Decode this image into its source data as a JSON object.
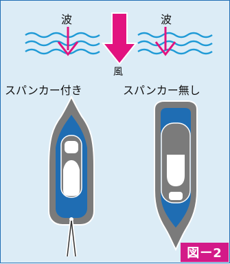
{
  "labels": {
    "wave_left": "波",
    "wave_right": "波",
    "wind": "風",
    "caption_left": "スパンカー付き",
    "caption_right": "スパンカー無し",
    "figure_number": "図ー2"
  },
  "colors": {
    "background": "#dcecf6",
    "border": "#1f6db3",
    "wave": "#1f9ad6",
    "accent_magenta": "#e2137f",
    "hull_gray": "#7b7b7b",
    "deck_blue": "#1f6db3",
    "cabin_white": "#ffffff",
    "badge_bg": "#d31a88"
  }
}
